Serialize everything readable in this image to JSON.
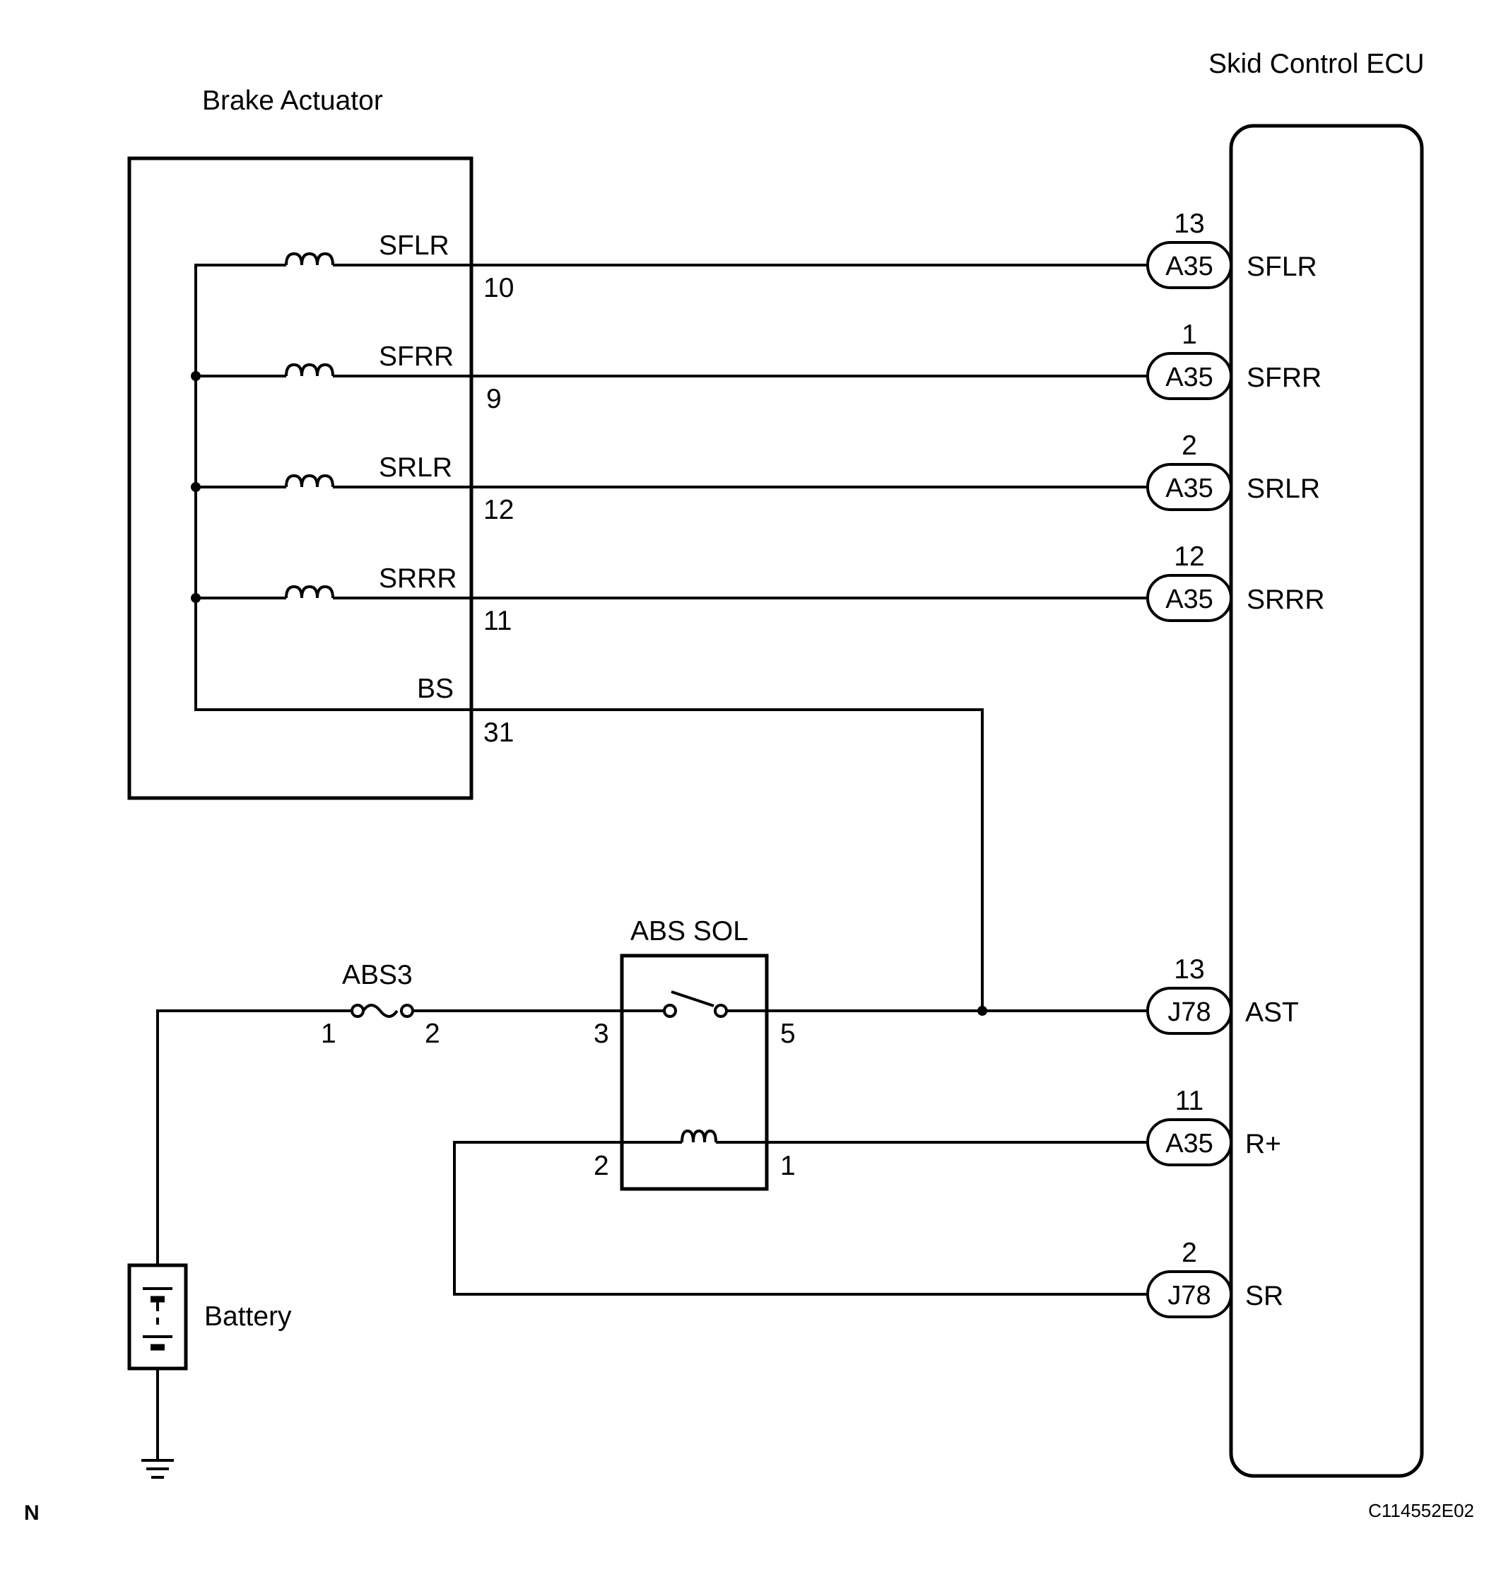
{
  "components": {
    "brake_actuator": "Brake Actuator",
    "skid_control_ecu": "Skid Control ECU",
    "abs_sol": "ABS SOL",
    "abs3": "ABS3",
    "battery": "Battery"
  },
  "actuator_pins": [
    {
      "name": "SFLR",
      "pin": "10"
    },
    {
      "name": "SFRR",
      "pin": "9"
    },
    {
      "name": "SRLR",
      "pin": "12"
    },
    {
      "name": "SRRR",
      "pin": "11"
    },
    {
      "name": "BS",
      "pin": "31"
    }
  ],
  "ecu_terminals": [
    {
      "num": "13",
      "connector": "A35",
      "name": "SFLR"
    },
    {
      "num": "1",
      "connector": "A35",
      "name": "SFRR"
    },
    {
      "num": "2",
      "connector": "A35",
      "name": "SRLR"
    },
    {
      "num": "12",
      "connector": "A35",
      "name": "SRRR"
    },
    {
      "num": "13",
      "connector": "J78",
      "name": "AST"
    },
    {
      "num": "11",
      "connector": "A35",
      "name": "R+"
    },
    {
      "num": "2",
      "connector": "J78",
      "name": "SR"
    }
  ],
  "fuse_pins": {
    "in": "1",
    "out": "2"
  },
  "relay_pins": {
    "switch_in": "3",
    "switch_out": "5",
    "coil_left": "2",
    "coil_right": "1"
  },
  "footer": {
    "left_mark": "N",
    "code": "C114552E02"
  }
}
